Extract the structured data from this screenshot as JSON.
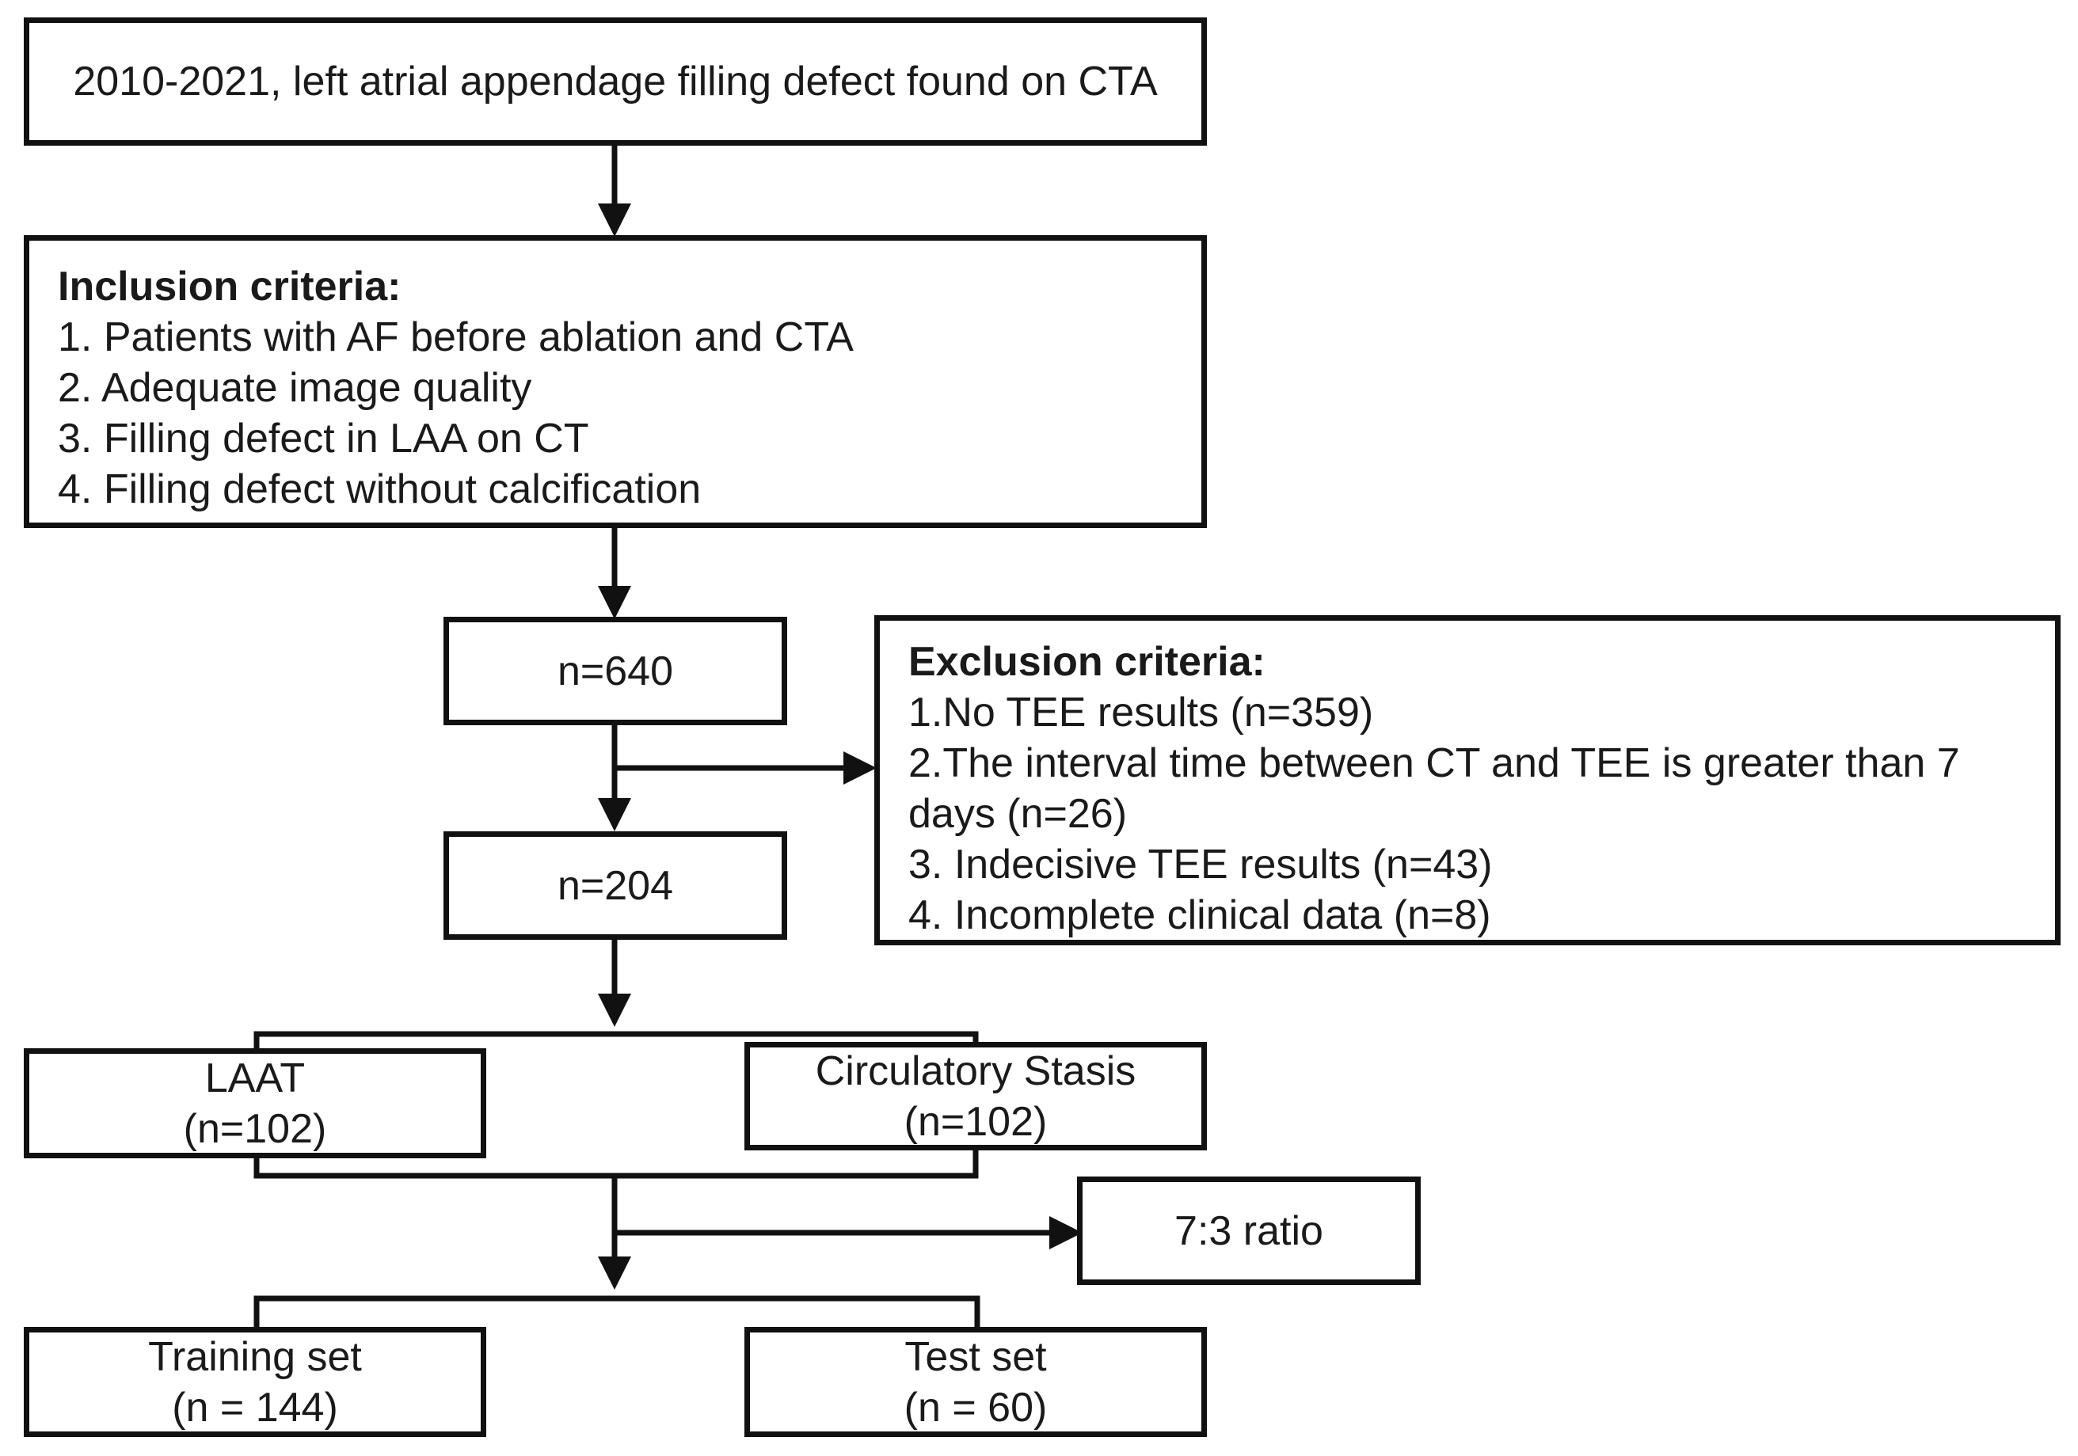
{
  "source": {
    "text": "2010-2021, left atrial appendage filling defect found on CTA"
  },
  "inclusion": {
    "heading": "Inclusion criteria:",
    "items": [
      "1. Patients with AF before ablation and CTA",
      "2. Adequate image quality",
      "3. Filling defect in LAA on CT",
      "4. Filling defect without calcification"
    ]
  },
  "count_initial": {
    "text": "n=640"
  },
  "exclusion": {
    "heading": "Exclusion criteria:",
    "items": [
      "1.No TEE results (n=359)",
      "2.The interval time between CT and TEE is greater than 7 days (n=26)",
      "3. Indecisive TEE results (n=43)",
      "4. Incomplete clinical data (n=8)"
    ]
  },
  "count_final": {
    "text": "n=204"
  },
  "group_laat": {
    "label": "LAAT",
    "count": "(n=102)"
  },
  "group_stasis": {
    "label": "Circulatory Stasis",
    "count": "(n=102)"
  },
  "split_ratio": {
    "text": "7:3 ratio"
  },
  "training_set": {
    "label": "Training set",
    "count": "(n = 144)"
  },
  "test_set": {
    "label": "Test set",
    "count": "(n = 60)"
  },
  "colors": {
    "stroke": "#111111",
    "text": "#1a1a1a",
    "background": "#ffffff"
  }
}
